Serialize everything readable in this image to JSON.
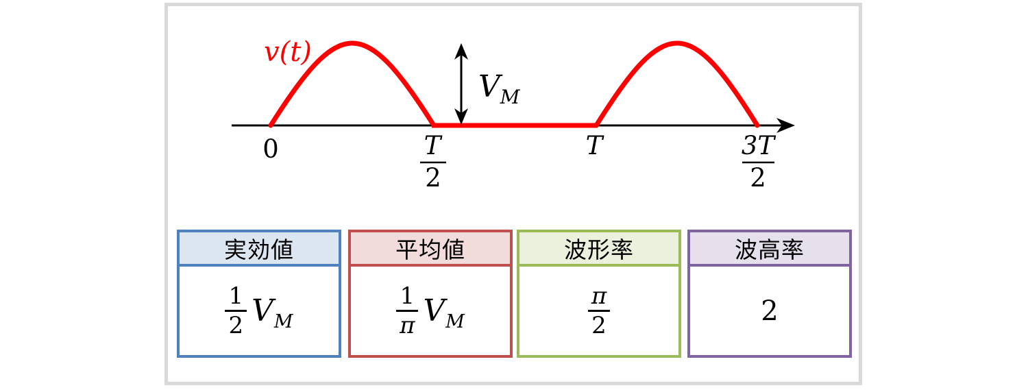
{
  "figure": {
    "curve_label": "v(t)",
    "amplitude": {
      "base": "V",
      "sub": "M"
    },
    "axis_ticks": {
      "origin": "0",
      "half_period": {
        "num": "T",
        "den": "2"
      },
      "period": "T",
      "three_half_period": {
        "num": "3T",
        "den": "2"
      }
    },
    "colors": {
      "curve": "#ff0000",
      "axis": "#000000",
      "frame": "#d9d9d9"
    }
  },
  "table": {
    "boxes": [
      {
        "id": "rms",
        "title": "実効値",
        "border_color": "#4f81bd",
        "header_fill": "#dce6f1",
        "value": {
          "num": "1",
          "den": "2",
          "coef_base": "V",
          "coef_sub": "M"
        }
      },
      {
        "id": "average",
        "title": "平均値",
        "border_color": "#c0504d",
        "header_fill": "#f2dcdb",
        "value": {
          "num": "1",
          "den": "π",
          "coef_base": "V",
          "coef_sub": "M"
        }
      },
      {
        "id": "form-factor",
        "title": "波形率",
        "border_color": "#9bbb59",
        "header_fill": "#ebf1dd",
        "value": {
          "num": "π",
          "den": "2"
        }
      },
      {
        "id": "crest-factor",
        "title": "波高率",
        "border_color": "#8064a2",
        "header_fill": "#e5e0ec",
        "value": {
          "plain": "2"
        }
      }
    ]
  }
}
